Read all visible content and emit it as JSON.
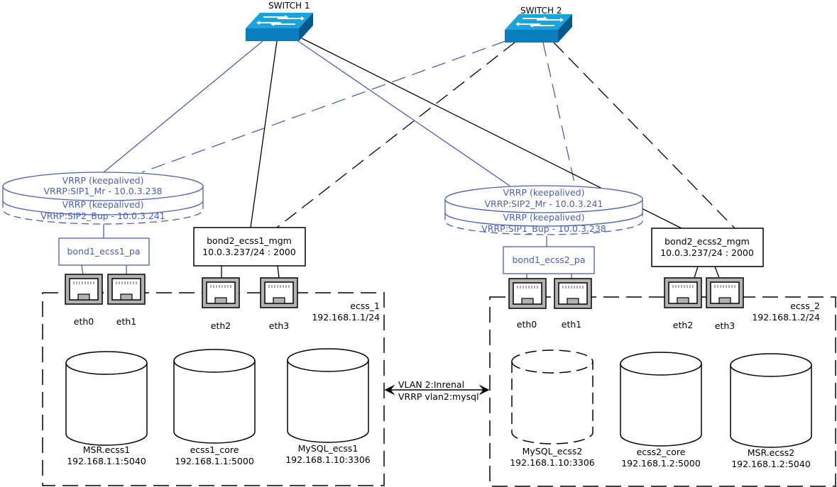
{
  "colors": {
    "blue_line": "#4a5fb5",
    "black_line": "#000000",
    "switch_top": "#1aa4dd",
    "switch_front": "#0a7dbf",
    "switch_side": "#07598c",
    "port_gray": "#b3b3b3"
  },
  "switches": [
    {
      "id": "switch1",
      "label": "SWITCH 1"
    },
    {
      "id": "switch2",
      "label": "SWITCH 2"
    }
  ],
  "vrrp_left": {
    "line1": "VRRP (keepalived)",
    "line2": "VRRP:SIP1_Mr - 10.0.3.238",
    "line3": "VRRP (keepalived)",
    "line4": "VRRP:SIP2_Bup - 10.0.3.241"
  },
  "vrrp_right": {
    "line1": "VRRP (keepalived)",
    "line2": "VRRP:SIP2_Mr  - 10.0.3.241",
    "line3": "VRRP (keepalived)",
    "line4": "VRRP:SIP1_Bup - 10.0.3.238"
  },
  "bonds": {
    "bond1_ecss1": "bond1_ecss1_pa",
    "bond1_ecss2": "bond1_ecss2_pa",
    "bond2_ecss1": {
      "name": "bond2_ecss1_mgm",
      "addr": "10.0.3.237/24 : 2000"
    },
    "bond2_ecss2": {
      "name": "bond2_ecss2_mgm",
      "addr": "10.0.3.237/24 : 2000"
    }
  },
  "hosts": [
    {
      "name": "ecss_1",
      "subnet": "192.168.1.1/24",
      "ports": [
        "eth0",
        "eth1",
        "eth2",
        "eth3"
      ],
      "databases": [
        {
          "name": "MSR.ecss1",
          "addr": "192.168.1.1:5040",
          "dashed": false
        },
        {
          "name": "ecss1_core",
          "addr": "192.168.1.1:5000",
          "dashed": false
        },
        {
          "name": "MySQL_ecss1",
          "addr": "192.168.1.10:3306",
          "dashed": false
        }
      ]
    },
    {
      "name": "ecss_2",
      "subnet": "192.168.1.2/24",
      "ports": [
        "eth0",
        "eth1",
        "eth2",
        "eth3"
      ],
      "databases": [
        {
          "name": "MySQL_ecss2",
          "addr": "192.168.1.10:3306",
          "dashed": true
        },
        {
          "name": "ecss2_core",
          "addr": "192.168.1.2:5000",
          "dashed": false
        },
        {
          "name": "MSR.ecss2",
          "addr": "192.168.1.2:5040",
          "dashed": false
        }
      ]
    }
  ],
  "link": {
    "line1": "VLAN 2:Inrenal",
    "line2": "VRRP vlan2:mysql"
  }
}
